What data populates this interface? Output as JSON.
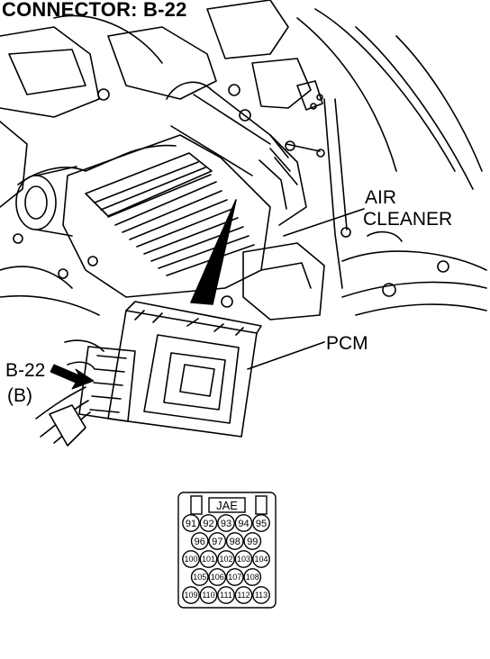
{
  "title": "CONNECTOR: B-22",
  "labels": {
    "air_cleaner_line1": "AIR",
    "air_cleaner_line2": "CLEANER",
    "pcm": "PCM",
    "connector_id": "B-22",
    "connector_color": "(B)"
  },
  "connector": {
    "maker": "JAE",
    "rows": [
      [
        "91",
        "92",
        "93",
        "94",
        "95"
      ],
      [
        "96",
        "97",
        "98",
        "99"
      ],
      [
        "100",
        "101",
        "102",
        "103",
        "104"
      ],
      [
        "105",
        "106",
        "107",
        "108"
      ],
      [
        "109",
        "110",
        "111",
        "112",
        "113"
      ]
    ]
  }
}
